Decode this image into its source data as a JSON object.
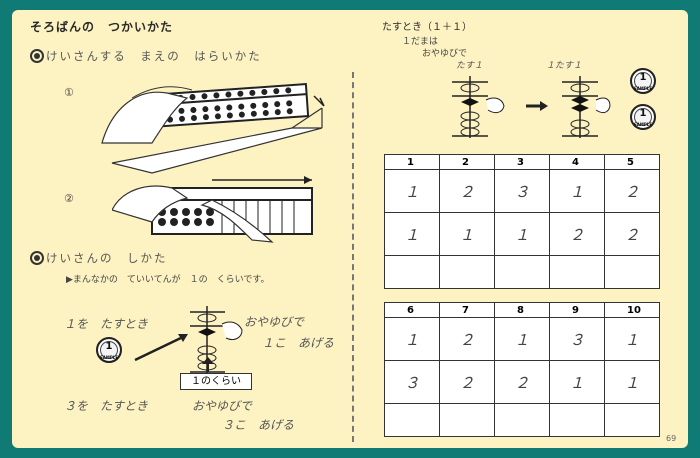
{
  "title": "そろばんの　つかいかた",
  "section1": {
    "heading": "けいさんする　まえの　はらいかた",
    "step1": "①",
    "step2": "②"
  },
  "section2": {
    "heading": "けいさんの　しかた",
    "note": "▶まんなかの　ていいてんが　１の　くらいです。",
    "line1a": "１を　たすとき",
    "line1b": "おやゆびで",
    "line1c": "１こ　あげる",
    "place_label": "１のくらい",
    "line2a": "３を　たすとき",
    "line2b": "おやゆびで",
    "line2c": "３こ　あげる"
  },
  "right": {
    "heading": "たすとき（１＋１）",
    "caption1": "１だまは",
    "caption2": "おやゆびで",
    "caption3": "たす１",
    "caption4": "１たす１"
  },
  "coins": [
    {
      "value": "1",
      "sub": "SAMPLE"
    },
    {
      "value": "1",
      "sub": "SAMPLE"
    },
    {
      "value": "1",
      "sub": "SAMPLE"
    }
  ],
  "table1": {
    "headers": [
      "1",
      "2",
      "3",
      "4",
      "5"
    ],
    "rows": [
      [
        "１",
        "２",
        "３",
        "１",
        "２"
      ],
      [
        "１",
        "１",
        "１",
        "２",
        "２"
      ],
      [
        "",
        "",
        "",
        "",
        ""
      ]
    ]
  },
  "table2": {
    "headers": [
      "6",
      "7",
      "8",
      "9",
      "10"
    ],
    "rows": [
      [
        "１",
        "２",
        "１",
        "３",
        "１"
      ],
      [
        "３",
        "２",
        "２",
        "１",
        "１"
      ],
      [
        "",
        "",
        "",
        "",
        ""
      ]
    ]
  },
  "page_number": "69",
  "colors": {
    "background": "#0f7b74",
    "paper": "#fdf3c2"
  }
}
